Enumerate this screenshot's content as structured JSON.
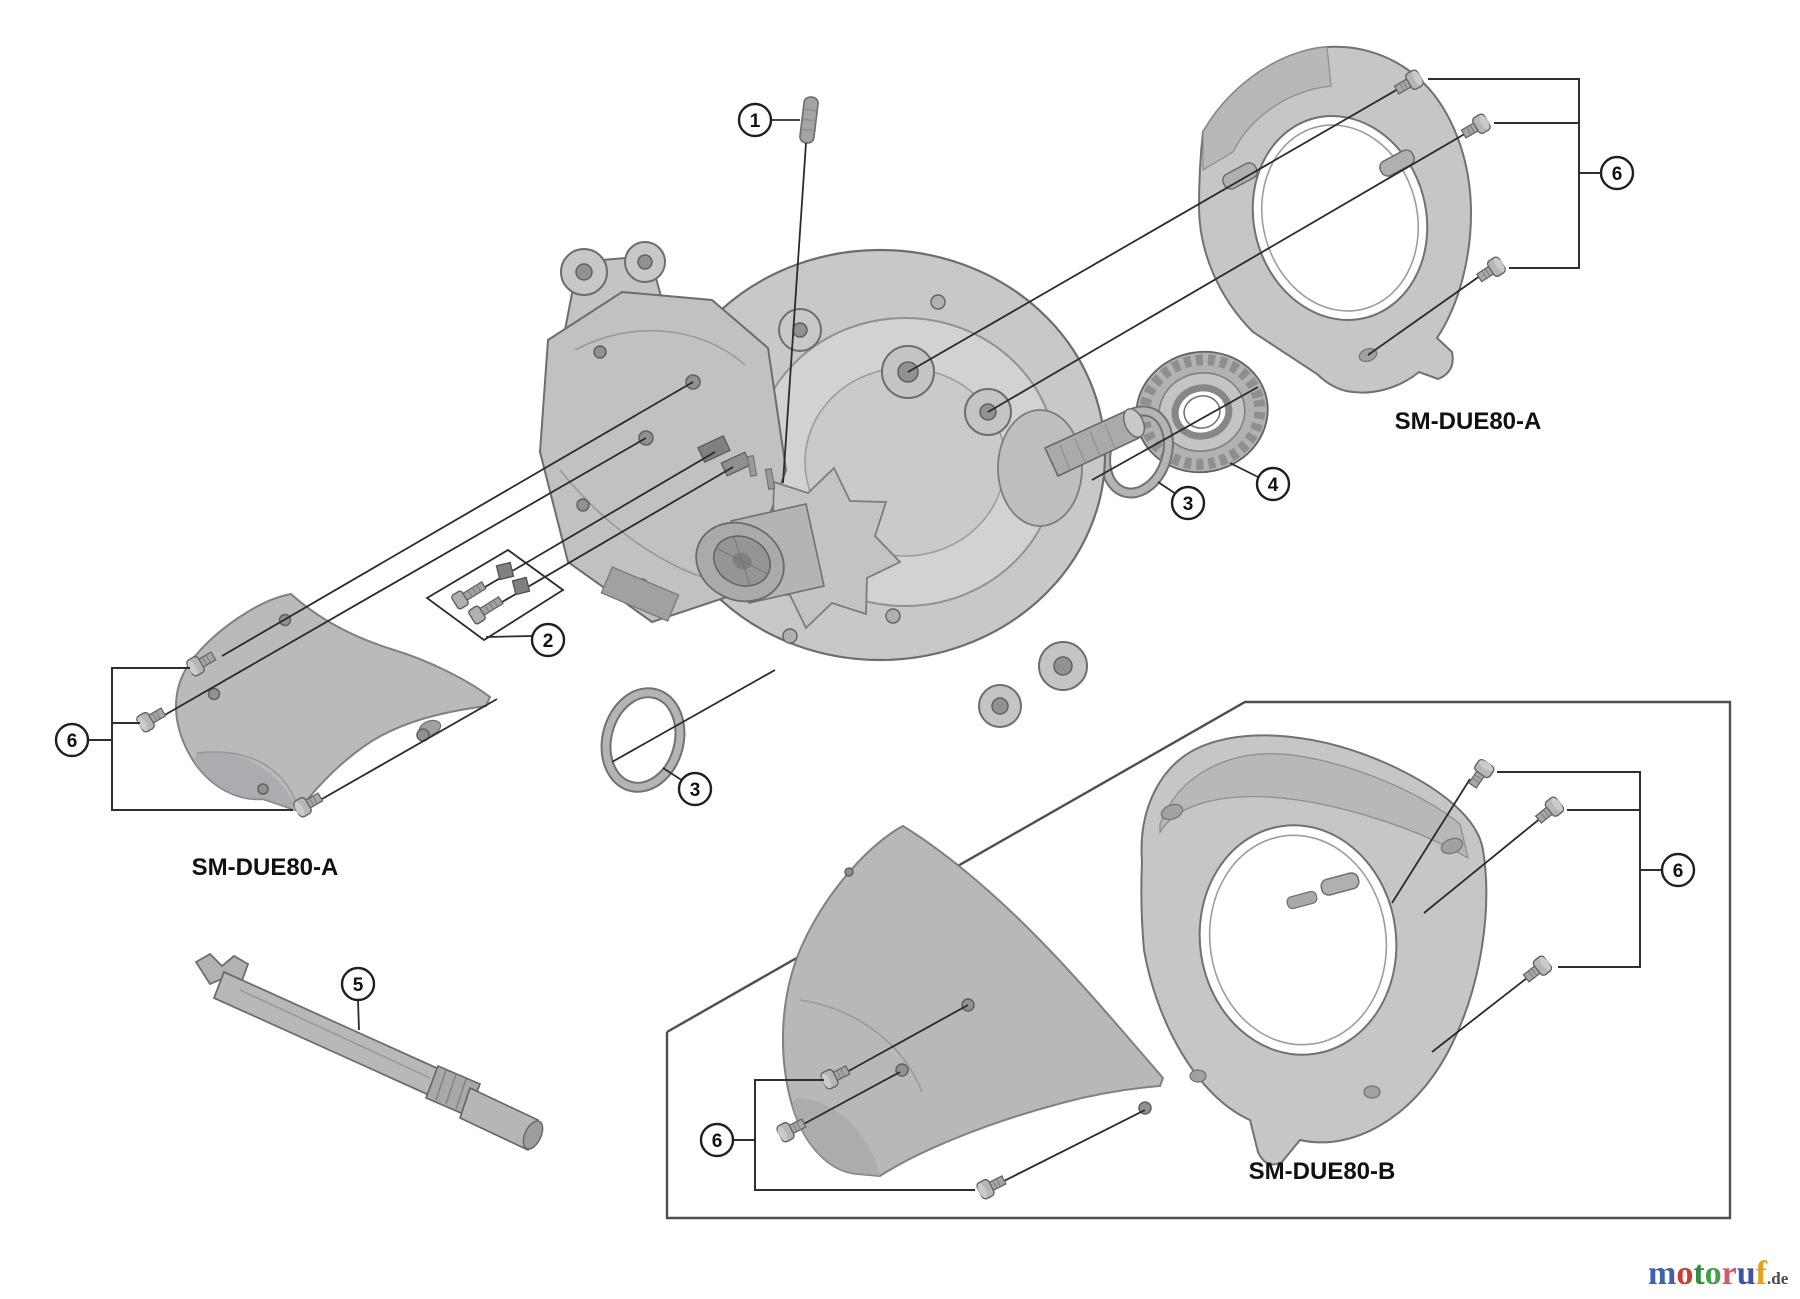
{
  "page": {
    "background": "#ffffff"
  },
  "colors": {
    "part_fill": "#c4c6c8",
    "part_fill_dark": "#aeb0b2",
    "part_stroke": "#6b6d6f",
    "leader_line": "#2b2b2b",
    "box_line": "#4d4f51",
    "label_text": "#111111"
  },
  "labels": {
    "assembly_top_right": "SM-DUE80-A",
    "assembly_left": "SM-DUE80-A",
    "assembly_bottom": "SM-DUE80-B"
  },
  "callouts": [
    {
      "number": "1"
    },
    {
      "number": "2"
    },
    {
      "number": "3"
    },
    {
      "number": "3"
    },
    {
      "number": "4"
    },
    {
      "number": "5"
    },
    {
      "number": "6"
    },
    {
      "number": "6"
    },
    {
      "number": "6"
    },
    {
      "number": "6"
    }
  ],
  "watermark": {
    "text": "motoruf.de",
    "letters": [
      {
        "char": "m",
        "color": "#3e63ae"
      },
      {
        "char": "o",
        "color": "#cf3a33"
      },
      {
        "char": "t",
        "color": "#2e8f43"
      },
      {
        "char": "o",
        "color": "#43a047"
      },
      {
        "char": "r",
        "color": "#d45a66"
      },
      {
        "char": "u",
        "color": "#3e55a5"
      },
      {
        "char": "f",
        "color": "#e6a21e"
      },
      {
        "char": ".de",
        "color": "#4a4a4a"
      }
    ]
  }
}
